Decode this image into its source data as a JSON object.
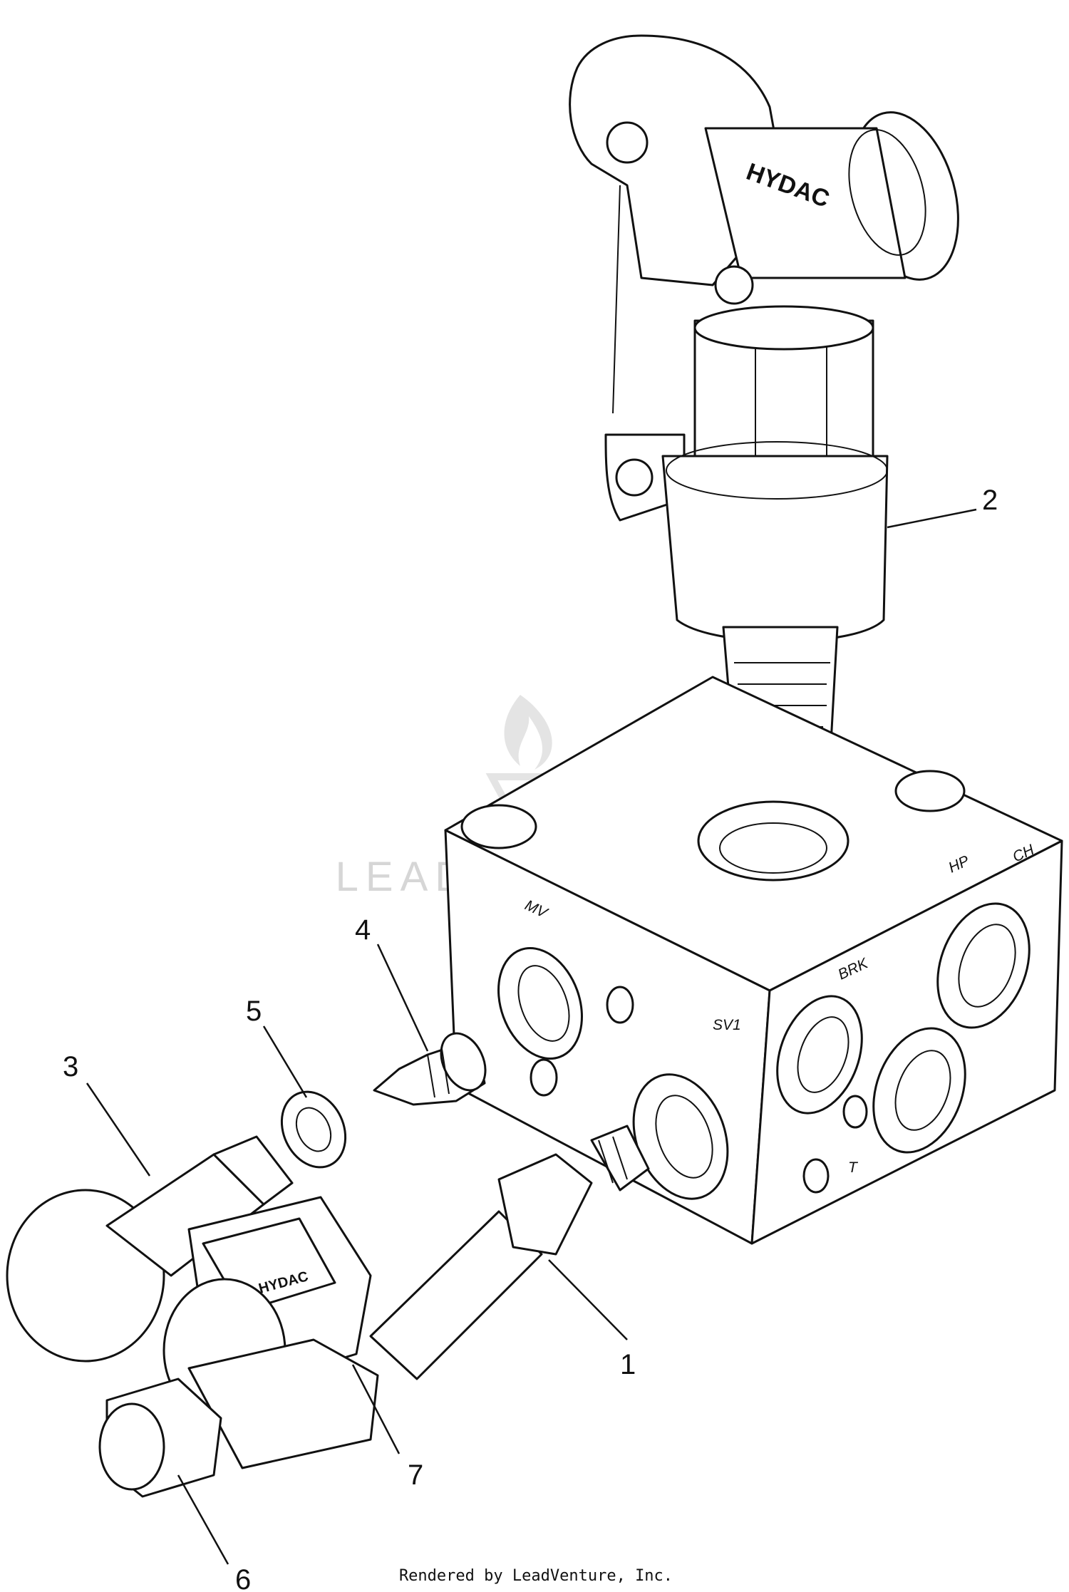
{
  "callouts": [
    "1",
    "2",
    "3",
    "4",
    "5",
    "6",
    "7"
  ],
  "ports": {
    "mv": "MV",
    "hp": "HP",
    "ch": "CH",
    "brk": "BRK",
    "sv1": "SV1",
    "t": "T"
  },
  "brand": {
    "pump_label": "HYDAC",
    "coil_label": "HYDAC"
  },
  "watermark": "LEADVENTURE",
  "footer": "Rendered by LeadVenture, Inc."
}
